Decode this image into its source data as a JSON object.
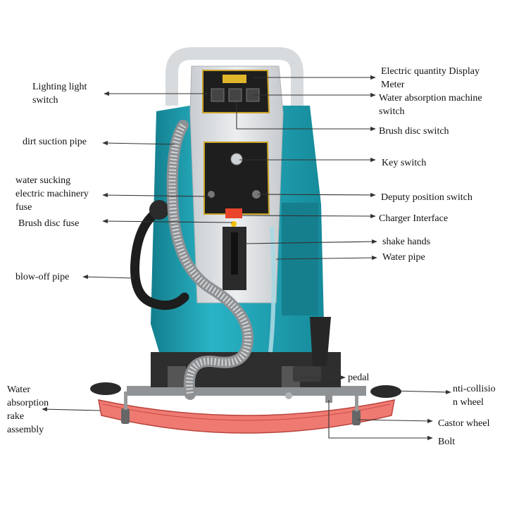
{
  "labels": {
    "electric_quantity_display_meter": "Electric quantity Display\nMeter",
    "water_absorption_machine_switch": "Water absorption machine\nswitch",
    "brush_disc_switch": "Brush disc switch",
    "key_switch": "Key switch",
    "deputy_position_switch": "Deputy position switch",
    "charger_interface": "Charger Interface",
    "shake_hands": "shake hands",
    "water_pipe": "Water pipe",
    "lighting_light_switch": "Lighting light\nswitch",
    "dirt_suction_pipe": "dirt suction pipe",
    "water_sucking_fuse": "water sucking\nelectric machinery\nfuse",
    "brush_disc_fuse": "Brush disc fuse",
    "blow_off_pipe": "blow-off pipe",
    "pedal": "pedal",
    "anti_collision_wheel": "nti-collisio\nn wheel",
    "water_absorption_rake_assembly": "Water\nabsorption\nrake\nassembly",
    "castor_wheel": "Castor wheel",
    "bolt": "Bolt"
  },
  "colors": {
    "body_teal": "#1fa6b8",
    "body_teal_dark": "#137e8d",
    "panel_gray": "#dcdfe2",
    "panel_black": "#222222",
    "panel_gold": "#c9a227",
    "rake_red": "#e8625a",
    "hose_silver": "#a7a9ab",
    "leader_line": "#333333"
  }
}
